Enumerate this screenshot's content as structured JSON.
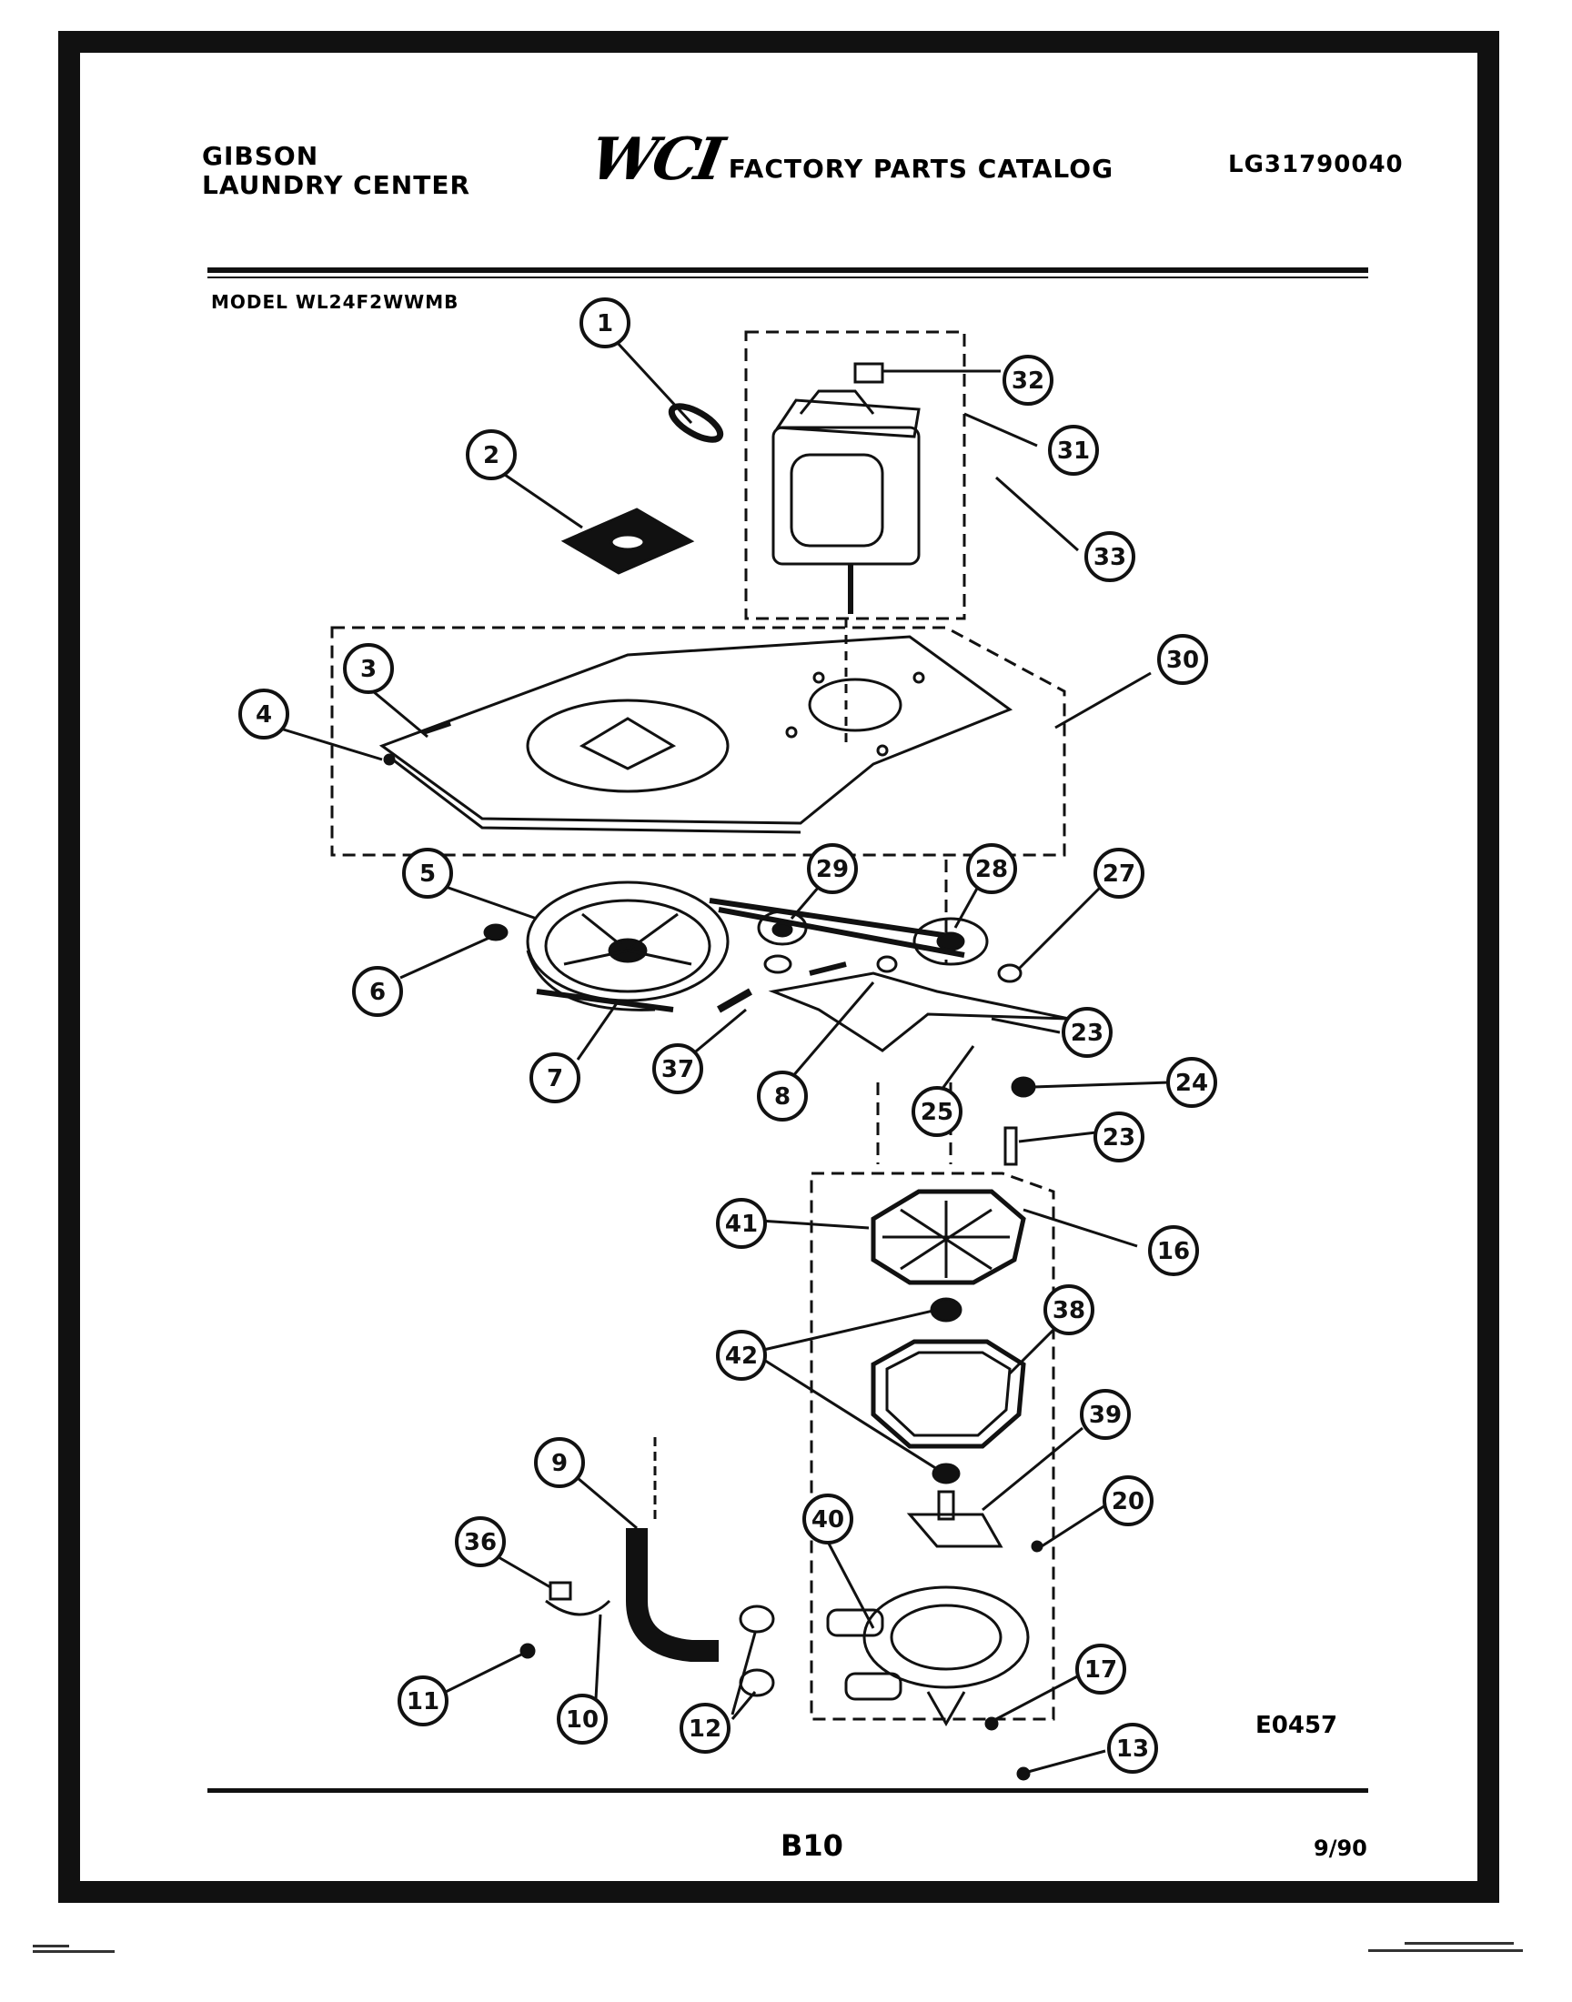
{
  "header": {
    "brand_line1": "GIBSON",
    "brand_line2": "LAUNDRY CENTER",
    "logo": "WCI",
    "catalog_title": "FACTORY PARTS CATALOG",
    "catalog_number": "LG31790040"
  },
  "model_label": "MODEL WL24F2WWMB",
  "callouts": [
    "1",
    "2",
    "3",
    "4",
    "5",
    "6",
    "7",
    "37",
    "8",
    "29",
    "28",
    "27",
    "23",
    "24",
    "25",
    "23",
    "30",
    "31",
    "32",
    "33",
    "41",
    "16",
    "42",
    "38",
    "39",
    "20",
    "40",
    "9",
    "36",
    "11",
    "10",
    "12",
    "17",
    "13"
  ],
  "reference_code": "E0457",
  "footer": {
    "page_number": "B10",
    "date": "9/90"
  },
  "colors": {
    "ink": "#111111",
    "paper": "#ffffff"
  }
}
